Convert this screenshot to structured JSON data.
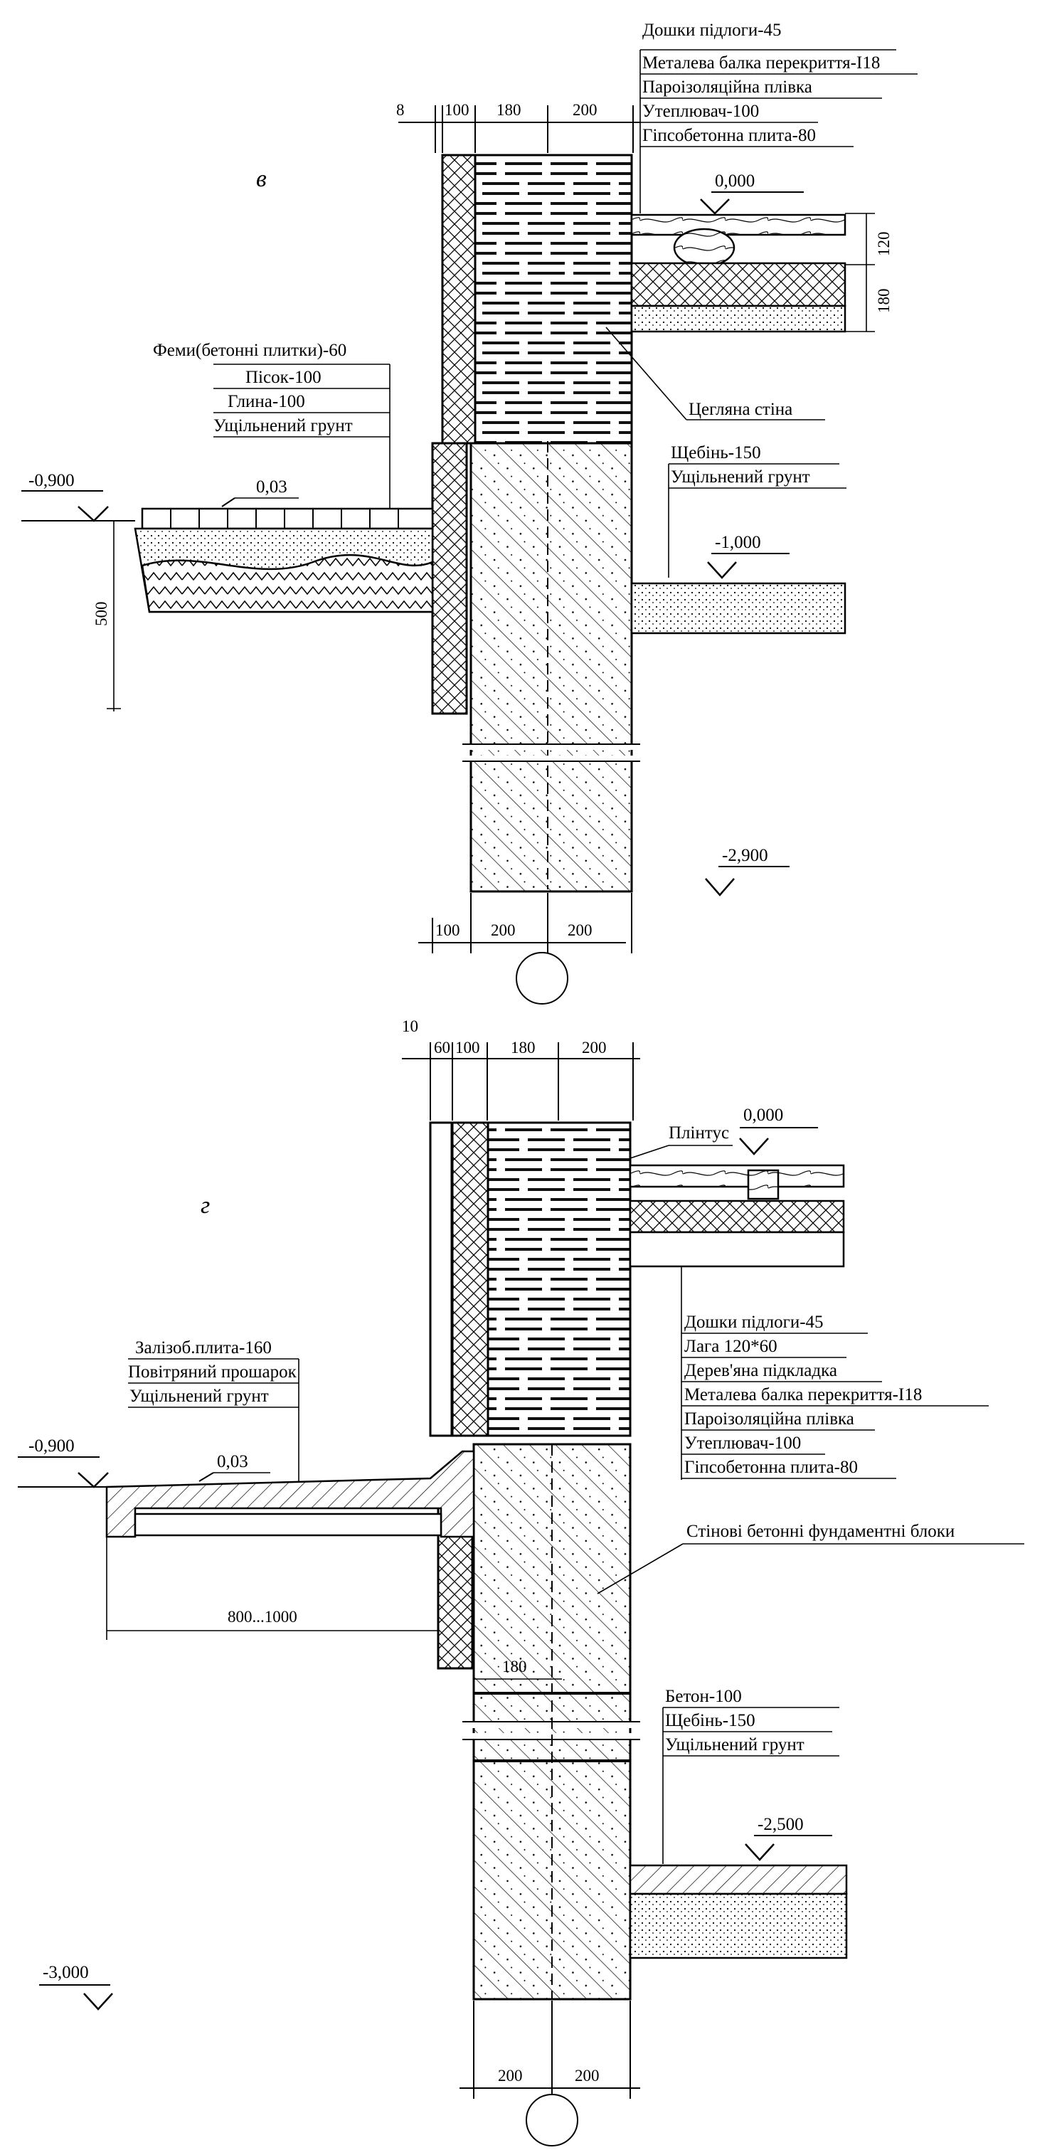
{
  "sections": {
    "v": {
      "mark": "в",
      "top_dims": [
        "8",
        "100",
        "180",
        "200"
      ],
      "bottom_dims": [
        "100",
        "200",
        "200"
      ],
      "floor_layers": [
        "Дошки підлоги-45",
        "Металева балка перекриття-I18",
        "Пароізоляційна плівка",
        "Утеплювач-100",
        "Гіпсобетонна плита-80"
      ],
      "ground_layers": [
        "Феми(бетонні плитки)-60",
        "Пісок-100",
        "Глина-100",
        "Ущільнений грунт"
      ],
      "base_layers": [
        "Щебінь-150",
        "Ущільнений грунт"
      ],
      "wall_label": "Цегляна стіна",
      "levels": {
        "floor": "0,000",
        "ground": "-0,900",
        "base": "-1,000",
        "bottom": "-2,900"
      },
      "slope": "0,03",
      "right_dims": [
        "120",
        "180"
      ],
      "depth_dim": "500"
    },
    "g": {
      "mark": "г",
      "top_dims": [
        "10",
        "60",
        "100",
        "180",
        "200"
      ],
      "bottom_dims": [
        "200",
        "200"
      ],
      "plinth_label": "Плінтус",
      "floor_layers": [
        "Дошки підлоги-45",
        "Лага 120*60",
        "Дерев'яна підкладка",
        "Металева балка перекриття-I18",
        "Пароізоляційна плівка",
        "Утеплювач-100",
        "Гіпсобетонна плита-80"
      ],
      "ground_layers": [
        "Залізоб.плита-160",
        "Повітряний прошарок",
        "Ущільнений грунт"
      ],
      "base_layers": [
        "Бетон-100",
        "Щебінь-150",
        "Ущільнений грунт"
      ],
      "blocks_label": "Стінові бетонні фундаментні блоки",
      "levels": {
        "floor": "0,000",
        "ground": "-0,900",
        "base": "-2,500",
        "bottom": "-3,000"
      },
      "slope": "0,03",
      "width_dim": "800...1000",
      "block_dim": "180"
    }
  }
}
